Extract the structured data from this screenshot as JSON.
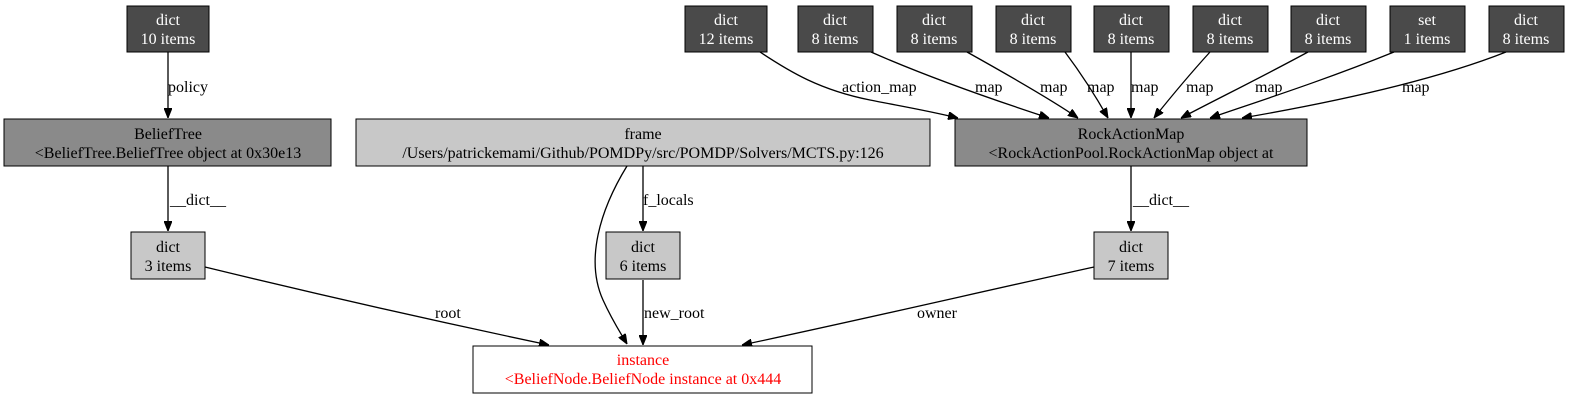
{
  "colors": {
    "dark": "#4a4a4a",
    "mid": "#8a8a8a",
    "light": "#c8c8c8",
    "white": "#ffffff",
    "text_light": "#ffffff",
    "text_dark": "#000000",
    "text_red": "#ff0000"
  },
  "nodes": {
    "dict_policy": {
      "line1": "dict",
      "line2": "10 items",
      "style": "dark"
    },
    "belieftree": {
      "line1": "BeliefTree",
      "line2": "<BeliefTree.BeliefTree object at 0x30e13",
      "style": "mid"
    },
    "frame": {
      "line1": "frame",
      "line2": "/Users/patrickemami/Github/POMDPy/src/POMDP/Solvers/MCTS.py:126",
      "style": "light"
    },
    "rockactionmap": {
      "line1": "RockActionMap",
      "line2": "<RockActionPool.RockActionMap object at",
      "style": "mid"
    },
    "dict_action_map": {
      "line1": "dict",
      "line2": "12 items",
      "style": "dark"
    },
    "dict_map_1": {
      "line1": "dict",
      "line2": "8 items",
      "style": "dark"
    },
    "dict_map_2": {
      "line1": "dict",
      "line2": "8 items",
      "style": "dark"
    },
    "dict_map_3": {
      "line1": "dict",
      "line2": "8 items",
      "style": "dark"
    },
    "dict_map_4": {
      "line1": "dict",
      "line2": "8 items",
      "style": "dark"
    },
    "dict_map_5": {
      "line1": "dict",
      "line2": "8 items",
      "style": "dark"
    },
    "dict_map_6": {
      "line1": "dict",
      "line2": "8 items",
      "style": "dark"
    },
    "set_map": {
      "line1": "set",
      "line2": "1 items",
      "style": "dark"
    },
    "dict_map_7": {
      "line1": "dict",
      "line2": "8 items",
      "style": "dark"
    },
    "dict_bt_dict": {
      "line1": "dict",
      "line2": "3 items",
      "style": "light"
    },
    "dict_f_locals": {
      "line1": "dict",
      "line2": "6 items",
      "style": "light"
    },
    "dict_ram_dict": {
      "line1": "dict",
      "line2": "7 items",
      "style": "light"
    },
    "instance": {
      "line1": "instance",
      "line2": "<BeliefNode.BeliefNode instance at 0x444",
      "style": "white"
    }
  },
  "edges": {
    "policy": "policy",
    "bt_dict": "__dict__",
    "f_locals": "f_locals",
    "ram_dict": "__dict__",
    "action_map": "action_map",
    "map_1": "map",
    "map_2": "map",
    "map_3": "map",
    "map_4": "map",
    "map_5": "map",
    "map_6": "map",
    "map_7": "map",
    "root": "root",
    "new_root": "new_root",
    "owner": "owner"
  }
}
